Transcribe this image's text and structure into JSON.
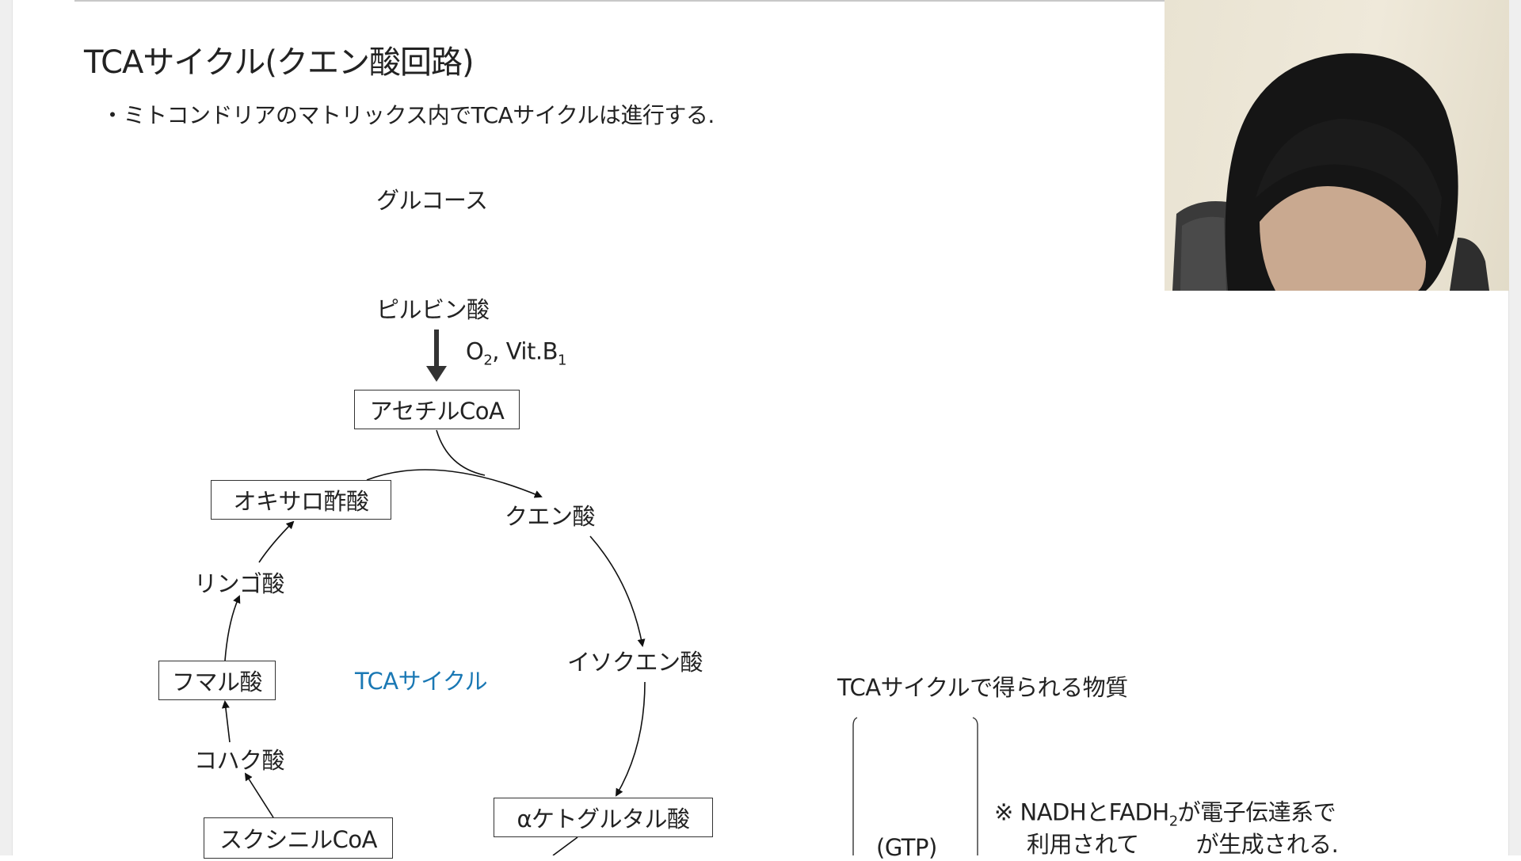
{
  "slide": {
    "title": "TCAサイクル(クエン酸回路)",
    "bullet": "・ミトコンドリアのマトリックス内でTCAサイクルは進行する.",
    "diagram": {
      "glucose": "グルコース",
      "pyruvate": "ピルビン酸",
      "condition_o": "O",
      "condition_o_sub": "2",
      "condition_vit": ", Vit.B",
      "condition_vit_sub": "1",
      "acetyl_coa": "アセチルCoA",
      "oxaloacetate": "オキサロ酢酸",
      "citrate": "クエン酸",
      "malate": "リンゴ酸",
      "fumarate": "フマル酸",
      "cycle_label": "TCAサイクル",
      "isocitrate": "イソクエン酸",
      "succinate": "コハク酸",
      "succinyl_coa": "スクシニルCoA",
      "alpha_ketoglutarate": "αケトグルタル酸"
    },
    "products": {
      "heading": "TCAサイクルで得られる物質",
      "gtp": "(GTP)",
      "note_line1_prefix": "※ NADHとFADH",
      "note_line1_sub": "2",
      "note_line1_suffix": "が電子伝達系で",
      "note_line2_a": "利用されて",
      "note_line2_b": "が生成される."
    },
    "accent_color": "#1a78b4"
  }
}
